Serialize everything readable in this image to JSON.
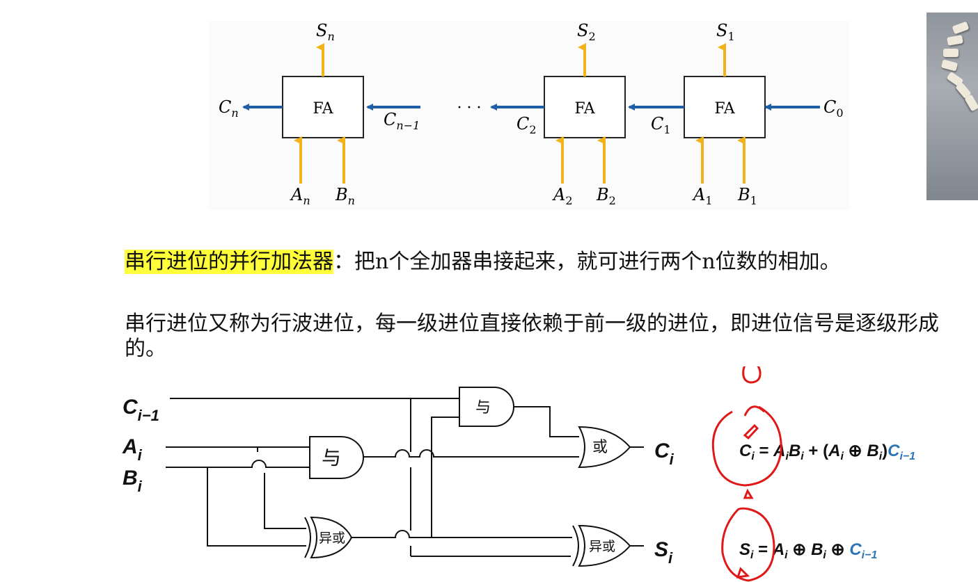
{
  "ripple_adder": {
    "block_label": "FA",
    "ellipsis": "· · ·",
    "stages": [
      {
        "sum": "S",
        "sum_sub": "n",
        "a": "A",
        "a_sub": "n",
        "b": "B",
        "b_sub": "n",
        "carry_out": "C",
        "carry_out_sub": "n",
        "carry_in": "C",
        "carry_in_sub": "n−1"
      },
      {
        "sum": "S",
        "sum_sub": "2",
        "a": "A",
        "a_sub": "2",
        "b": "B",
        "b_sub": "2",
        "carry_out": "C",
        "carry_out_sub": "2",
        "carry_in": "C",
        "carry_in_sub": "1"
      },
      {
        "sum": "S",
        "sum_sub": "1",
        "a": "A",
        "a_sub": "1",
        "b": "B",
        "b_sub": "1",
        "carry_in": "C",
        "carry_in_sub": "0"
      }
    ]
  },
  "definition": {
    "term": "串行进位的并行加法器",
    "text": "：把n个全加器串接起来，就可进行两个n位数的相加。"
  },
  "explanation": "串行进位又称为行波进位，每一级进位直接依赖于前一级的进位，即进位信号是逐级形成的。",
  "circuit": {
    "inputs": {
      "carry": {
        "base": "C",
        "sub": "i−1"
      },
      "a": {
        "base": "A",
        "sub": "i"
      },
      "b": {
        "base": "B",
        "sub": "i"
      }
    },
    "gates": {
      "and_top": "与",
      "and_mid": "与",
      "or": "或",
      "xor_first": "异或",
      "xor_second": "异或"
    },
    "outputs": {
      "carry": {
        "base": "C",
        "sub": "i"
      },
      "sum": {
        "base": "S",
        "sub": "i"
      }
    }
  },
  "equations": {
    "carry": {
      "lhs": "C",
      "lhs_sub": "i",
      "eq": " = ",
      "t1a": "A",
      "t1a_sub": "i",
      "t1b": "B",
      "t1b_sub": "i",
      "plus": " + (",
      "t2a": "A",
      "t2a_sub": "i",
      "xor": " ⊕ ",
      "t2b": "B",
      "t2b_sub": "i",
      "close": ")",
      "cin": "C",
      "cin_sub": "i−1"
    },
    "sum": {
      "lhs": "S",
      "lhs_sub": "i",
      "eq": " = ",
      "a": "A",
      "a_sub": "i",
      "xor1": " ⊕ ",
      "b": "B",
      "b_sub": "i",
      "xor2": " ⊕ ",
      "cin": "C",
      "cin_sub": "i−1"
    }
  },
  "colors": {
    "carry_arrow": "#1f5fa8",
    "io_arrow": "#f2b21a",
    "highlight": "#ffff3a",
    "annotation": "#e01818",
    "carry_eq": "#2e75b6"
  }
}
